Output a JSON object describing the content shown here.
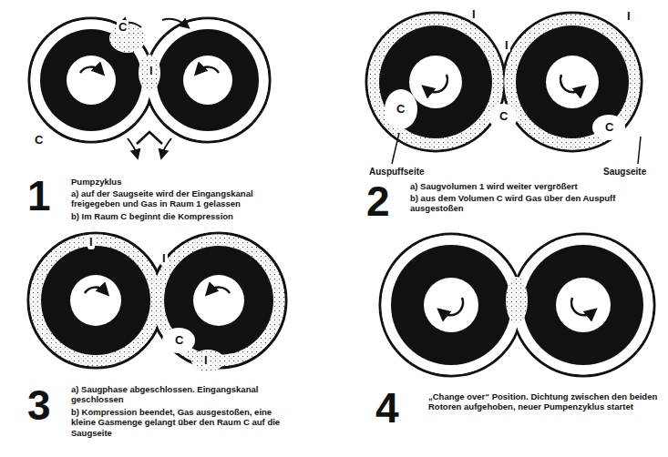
{
  "diagram": {
    "labels": [
      "C",
      "I",
      "C",
      "1",
      "Pumpzyklus",
      "a) auf der Saugseite wird der Eingangskanal freigegeben und Gas in Raum 1 gelassen",
      "b) Im Raum C beginnt die Kompression",
      "I",
      "I",
      "I",
      "C",
      "C",
      "C",
      "Auspuffseite",
      "Saugseite",
      "2",
      "a) Saugvolumen 1 wird weiter vergrößert",
      "b) aus dem Volumen C wird Gas über den Auspuff ausgestoßen",
      "I",
      "I",
      "C",
      "I",
      "3",
      "a) Saugphase abgeschlossen. Eingangskanal geschlossen",
      "b) Kompression beendet, Gas ausgestoßen, eine kleine Gasmenge gelangt über den Raum C auf die Saugseite",
      "4",
      "„Change over“ Position. Dichtung zwischen den beiden Rotoren aufgehoben, neuer Pumpenzyklus startet"
    ]
  }
}
